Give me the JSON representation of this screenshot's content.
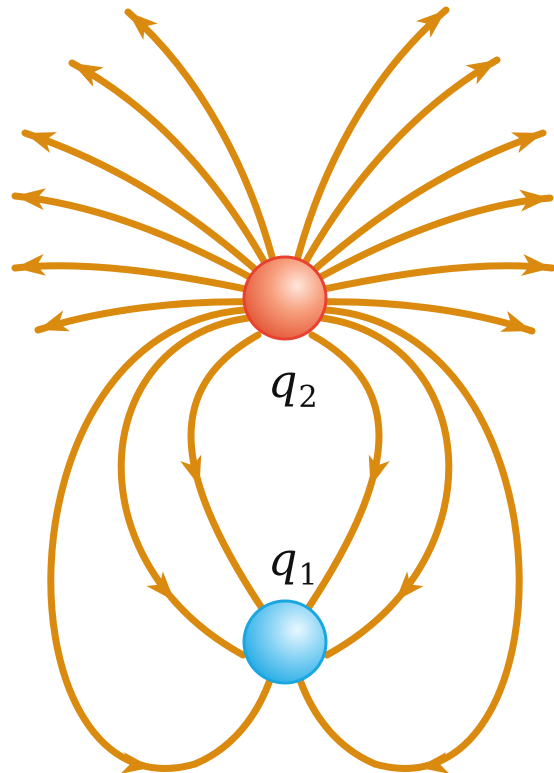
{
  "charges": {
    "q2": {
      "symbol": "q",
      "subscript": "2",
      "color": "#e8412f",
      "sign": "positive"
    },
    "q1": {
      "symbol": "q",
      "subscript": "1",
      "color": "#1aa7e0",
      "sign": "negative"
    }
  },
  "field_line_color": "#d98a0f"
}
